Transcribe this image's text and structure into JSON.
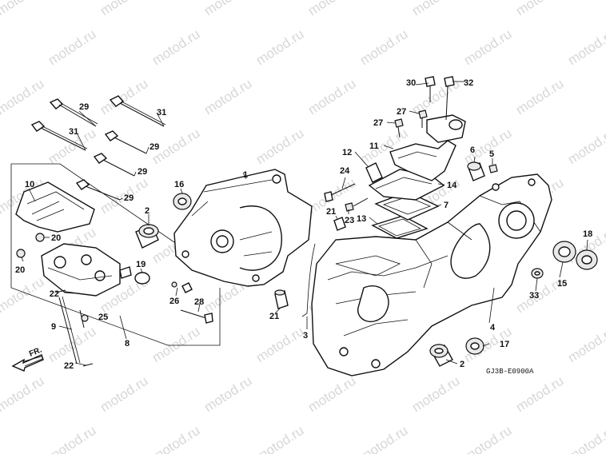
{
  "watermark": "motod.ru",
  "diagram_code": "GJ3B-E0900A",
  "direction_label": "FR.",
  "callouts": [
    {
      "id": "c1",
      "text": "1"
    },
    {
      "id": "c2a",
      "text": "2"
    },
    {
      "id": "c2b",
      "text": "2"
    },
    {
      "id": "c3",
      "text": "3"
    },
    {
      "id": "c4",
      "text": "4"
    },
    {
      "id": "c5",
      "text": "5"
    },
    {
      "id": "c6",
      "text": "6"
    },
    {
      "id": "c7",
      "text": "7"
    },
    {
      "id": "c8",
      "text": "8"
    },
    {
      "id": "c9",
      "text": "9"
    },
    {
      "id": "c10",
      "text": "10"
    },
    {
      "id": "c11",
      "text": "11"
    },
    {
      "id": "c12",
      "text": "12"
    },
    {
      "id": "c13",
      "text": "13"
    },
    {
      "id": "c14",
      "text": "14"
    },
    {
      "id": "c15",
      "text": "15"
    },
    {
      "id": "c16",
      "text": "16"
    },
    {
      "id": "c17",
      "text": "17"
    },
    {
      "id": "c18",
      "text": "18"
    },
    {
      "id": "c19",
      "text": "19"
    },
    {
      "id": "c20a",
      "text": "20"
    },
    {
      "id": "c20b",
      "text": "20"
    },
    {
      "id": "c21a",
      "text": "21"
    },
    {
      "id": "c21b",
      "text": "21"
    },
    {
      "id": "c22a",
      "text": "22"
    },
    {
      "id": "c22b",
      "text": "22"
    },
    {
      "id": "c23",
      "text": "23"
    },
    {
      "id": "c24",
      "text": "24"
    },
    {
      "id": "c25",
      "text": "25"
    },
    {
      "id": "c26",
      "text": "26"
    },
    {
      "id": "c27a",
      "text": "27"
    },
    {
      "id": "c27b",
      "text": "27"
    },
    {
      "id": "c28",
      "text": "28"
    },
    {
      "id": "c29a",
      "text": "29"
    },
    {
      "id": "c29b",
      "text": "29"
    },
    {
      "id": "c29c",
      "text": "29"
    },
    {
      "id": "c29d",
      "text": "29"
    },
    {
      "id": "c30",
      "text": "30"
    },
    {
      "id": "c31a",
      "text": "31"
    },
    {
      "id": "c31b",
      "text": "31"
    },
    {
      "id": "c32",
      "text": "32"
    },
    {
      "id": "c33",
      "text": "33"
    }
  ]
}
